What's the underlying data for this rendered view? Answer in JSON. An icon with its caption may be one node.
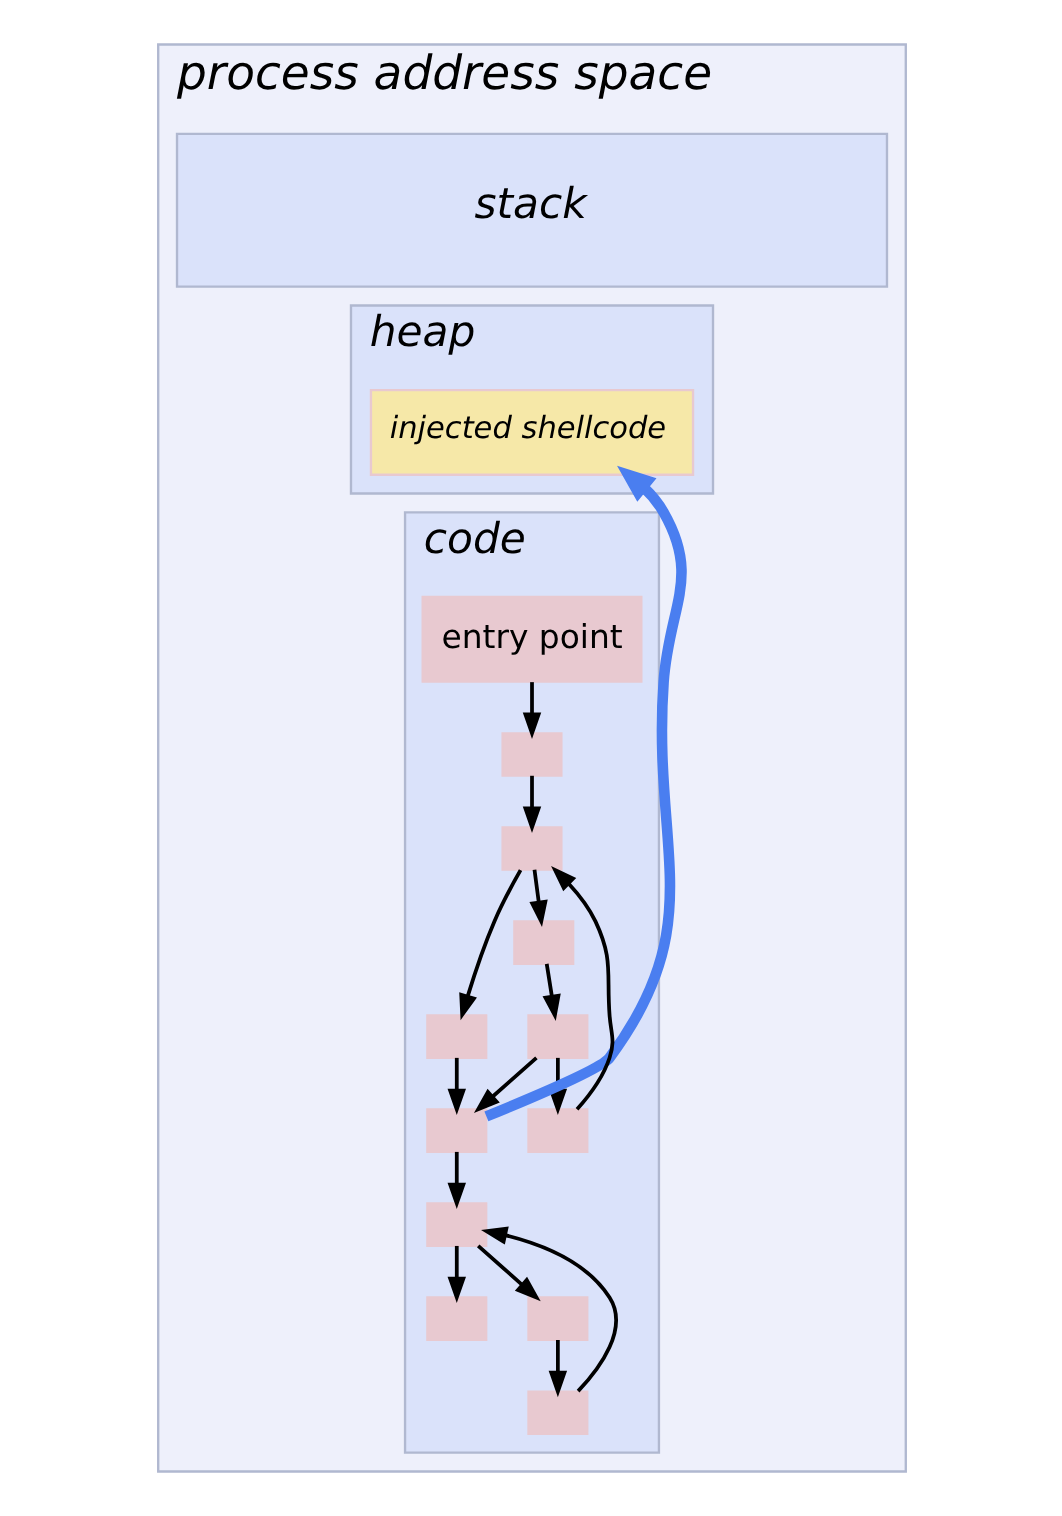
{
  "diagram": {
    "nodes": [
      {
        "text": [
          "process address space"
        ]
      },
      {
        "text": [
          "stack"
        ],
        "in": 0
      },
      {
        "text": [
          "heap"
        ],
        "in": 0
      },
      {
        "text": [
          "injected shellcode"
        ],
        "in": 2
      },
      {
        "text": [
          "code"
        ],
        "in": 0
      },
      {
        "text": [
          "entry point"
        ],
        "in": 4
      },
      {
        "text": [],
        "shape": "box",
        "in": 4
      },
      {
        "text": [],
        "shape": "box",
        "in": 4
      },
      {
        "text": [],
        "shape": "box",
        "in": 4
      },
      {
        "text": [],
        "shape": "box",
        "in": 4
      },
      {
        "text": [],
        "shape": "box",
        "in": 4
      },
      {
        "text": [],
        "shape": "box",
        "in": 4
      },
      {
        "text": [],
        "shape": "box",
        "in": 4
      },
      {
        "text": [],
        "shape": "box",
        "in": 4
      },
      {
        "text": [],
        "shape": "box",
        "in": 4
      },
      {
        "text": [],
        "shape": "box",
        "in": 4
      },
      {
        "text": [],
        "shape": "box",
        "in": 4
      }
    ],
    "edges": [
      {
        "from": 5,
        "to": 6,
        "arrow": "to"
      },
      {
        "from": 6,
        "to": 7,
        "arrow": "to"
      },
      {
        "from": 12,
        "to": 7,
        "arrow": "to"
      },
      {
        "from": 7,
        "to": 8,
        "arrow": "to"
      },
      {
        "from": 7,
        "to": 9,
        "arrow": "to"
      },
      {
        "from": 8,
        "to": 10,
        "arrow": "to"
      },
      {
        "from": 9,
        "to": 11,
        "arrow": "to"
      },
      {
        "from": 10,
        "to": 11,
        "arrow": "to"
      },
      {
        "from": 10,
        "to": 12,
        "arrow": "to"
      },
      {
        "from": 11,
        "to": 13,
        "arrow": "to"
      },
      {
        "from": 16,
        "to": 13,
        "arrow": "to"
      },
      {
        "from": 13,
        "to": 14,
        "arrow": "to"
      },
      {
        "from": 13,
        "to": 15,
        "arrow": "to"
      },
      {
        "from": 14,
        "to": 16,
        "arrow": "to"
      },
      {
        "from": 11,
        "to": 3,
        "arrow": "to",
        "style": "thick",
        "color": "#4a7ef0"
      }
    ]
  }
}
